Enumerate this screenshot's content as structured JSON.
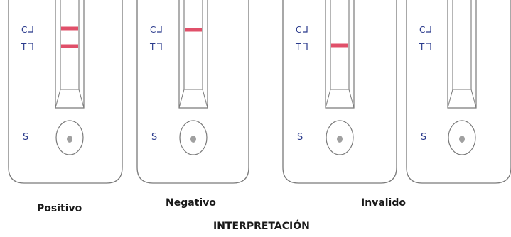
{
  "colors": {
    "outline": "#7a7a7a",
    "line": "#e0506a",
    "marking": "#2a3a8c",
    "well": "#a0a0a0"
  },
  "labels": {
    "control_mark": "C",
    "test_mark": "T",
    "sample_mark": "S"
  },
  "cassettes": [
    {
      "caption": "Positivo",
      "control_line": true,
      "test_line": true
    },
    {
      "caption": "Negativo",
      "control_line": true,
      "test_line": false
    },
    {
      "caption": "Invalido",
      "control_line": false,
      "test_line": true
    },
    {
      "caption": "",
      "control_line": false,
      "test_line": false
    }
  ],
  "footer_title": "INTERPRETACIÓN"
}
